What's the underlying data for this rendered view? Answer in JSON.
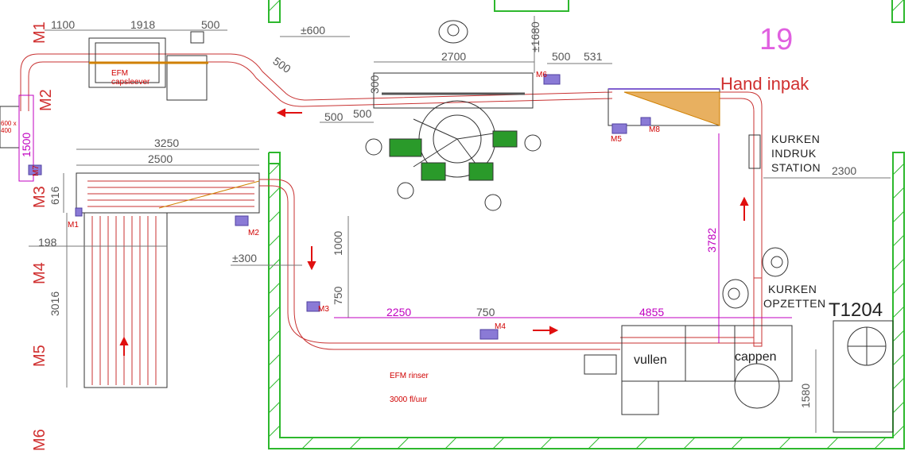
{
  "axes": {
    "m1": "M1",
    "m2": "M2",
    "m3": "M3",
    "m4": "M4",
    "m5": "M5",
    "m6": "M6"
  },
  "dimensions": {
    "d1100": "1100",
    "d1918": "1918",
    "d500a": "500",
    "d600pm": "±600",
    "d500b": "500",
    "d2700": "2700",
    "d1680": "±1680",
    "d500c": "500",
    "d531": "531",
    "d500d": "500",
    "d500e": "500",
    "d1500": "1500",
    "d3250": "3250",
    "d2500": "2500",
    "d616": "616",
    "d198": "198",
    "d3016": "3016",
    "d300pm": "±300",
    "d1000": "1000",
    "d750a": "750",
    "d2250": "2250",
    "d750b": "750",
    "d4855": "4855",
    "d3782": "3782",
    "d2300": "2300",
    "d1580": "1580",
    "d300": "300"
  },
  "motors": {
    "m1": "M1",
    "m2": "M2",
    "m3": "M3",
    "m4": "M4",
    "m5": "M5",
    "m6": "M6",
    "m7": "M7",
    "m8": "M8"
  },
  "labels": {
    "efm_capsleever_1": "EFM",
    "efm_capsleever_2": "capsleever",
    "hand_inpak": "Hand inpak",
    "area_number": "19",
    "kurken_indruk_1": "KURKEN",
    "kurken_indruk_2": "INDRUK",
    "kurken_indruk_3": "STATION",
    "kurken_opzetten_1": "KURKEN",
    "kurken_opzetten_2": "OPZETTEN",
    "t1204": "T1204",
    "vullen": "vullen",
    "cappen": "cappen",
    "efm_rinser": "EFM rinser",
    "capacity": "3000 fl/uur",
    "left_box_1": "600 x",
    "left_box_2": "400"
  },
  "colors": {
    "wall": "#2db82d",
    "dimension_magenta": "#c000c0",
    "conveyor_red": "#c83232",
    "motor_purple": "#8a7ad6",
    "flow_arrow": "#e01010"
  }
}
